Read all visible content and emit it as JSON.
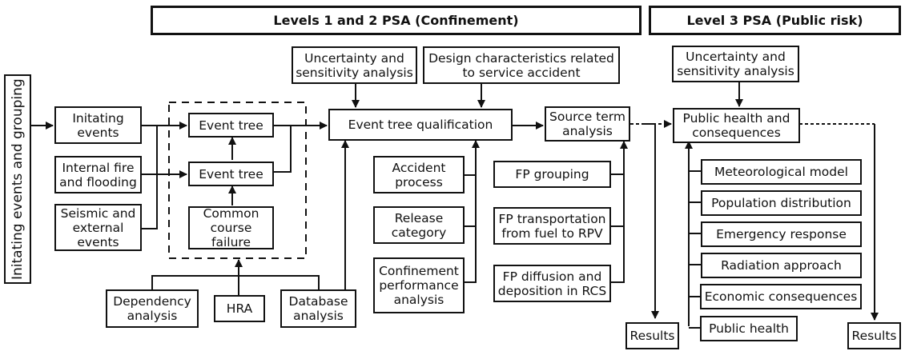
{
  "headers": {
    "level12": "Levels 1 and 2 PSA (Confinement)",
    "level3": "Level 3 PSA (Public risk)"
  },
  "side_label": "Initating events and grouping",
  "initiators": {
    "initiating_events": "Initating\nevents",
    "internal_fire": "Internal fire\nand flooding",
    "seismic": "Seismic and\nexternal\nevents"
  },
  "event_tree_group": {
    "event_tree_top": "Event tree",
    "event_tree_mid": "Event tree",
    "common_cause": "Common\ncourse\nfailure"
  },
  "bottom_inputs": {
    "dependency": "Dependency\nanalysis",
    "hra": "HRA",
    "database": "Database\nanalysis"
  },
  "level12": {
    "uncertainty": "Uncertainty and\nsensitivity analysis",
    "design": "Design characteristics related\nto service accident",
    "event_tree_qualification": "Event tree qualification",
    "source_term": "Source term\nanalysis",
    "accident_process": "Accident\nprocess",
    "release_category": "Release\ncategory",
    "confinement_perf": "Confinement\nperformance\nanalysis",
    "fp_grouping": "FP grouping",
    "fp_transport": "FP transportation\nfrom fuel to RPV",
    "fp_diffusion": "FP diffusion and\ndeposition in RCS",
    "results": "Results"
  },
  "level3": {
    "uncertainty": "Uncertainty and\nsensitivity analysis",
    "public_health_consequences": "Public health and\nconsequences",
    "inputs": [
      "Meteorological model",
      "Population distribution",
      "Emergency  response",
      "Radiation  approach",
      "Economic consequences",
      "Public health"
    ],
    "results": "Results"
  }
}
